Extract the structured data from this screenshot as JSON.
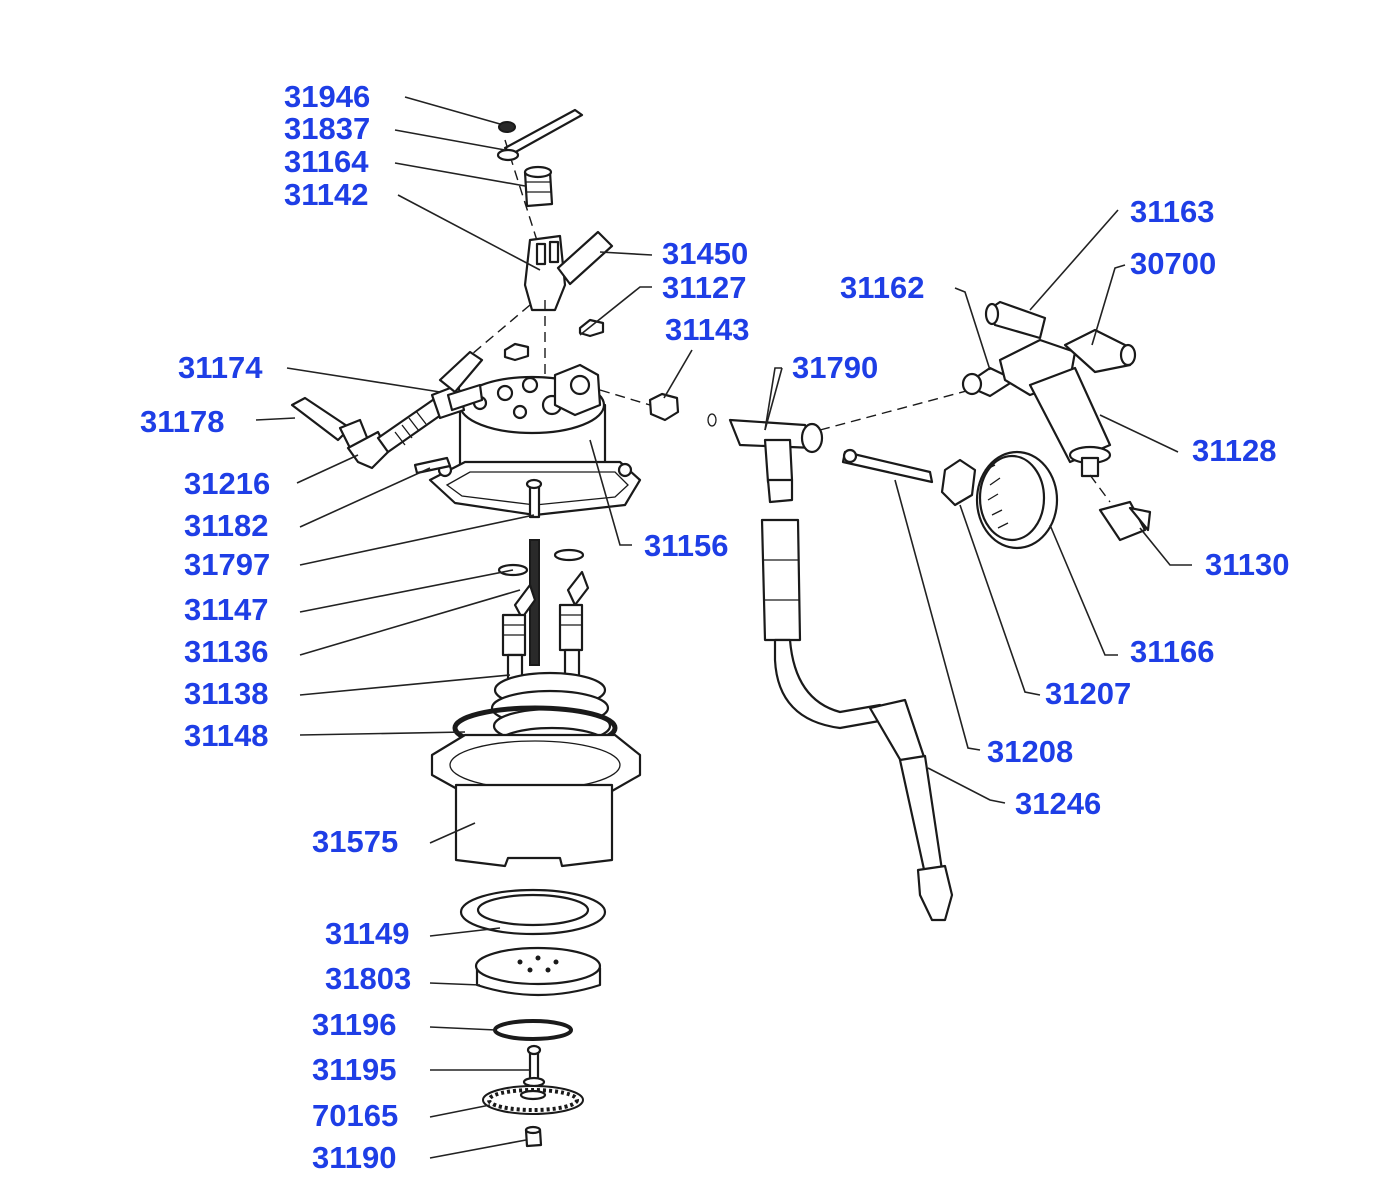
{
  "diagram": {
    "labels": {
      "p31946": "31946",
      "p31837": "31837",
      "p31164": "31164",
      "p31142": "31142",
      "p31450": "31450",
      "p31127": "31127",
      "p31143": "31143",
      "p31162": "31162",
      "p31163": "31163",
      "p30700": "30700",
      "p31174": "31174",
      "p31790": "31790",
      "p31178": "31178",
      "p31128": "31128",
      "p31216": "31216",
      "p31182": "31182",
      "p31156": "31156",
      "p31797": "31797",
      "p31130": "31130",
      "p31147": "31147",
      "p31136": "31136",
      "p31166": "31166",
      "p31138": "31138",
      "p31207": "31207",
      "p31148": "31148",
      "p31208": "31208",
      "p31246": "31246",
      "p31575": "31575",
      "p31149": "31149",
      "p31803": "31803",
      "p31196": "31196",
      "p31195": "31195",
      "p70165": "70165",
      "p31190": "31190"
    },
    "label_color": "#1e3ee6"
  }
}
